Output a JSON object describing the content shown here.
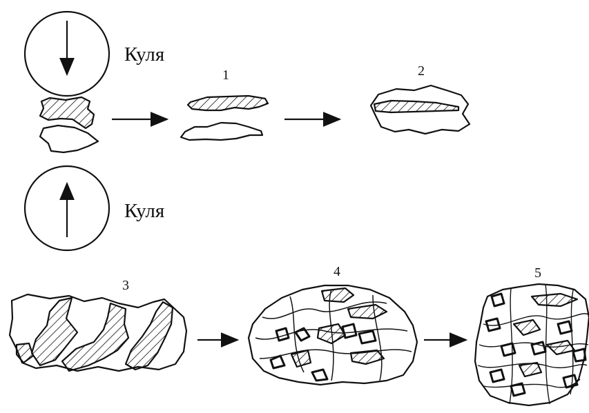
{
  "ball_label_top": "Куля",
  "ball_label_bottom": "Куля",
  "stages": [
    "1",
    "2",
    "3",
    "4",
    "5"
  ],
  "colors": {
    "ink": "#111111",
    "background": "#ffffff"
  }
}
